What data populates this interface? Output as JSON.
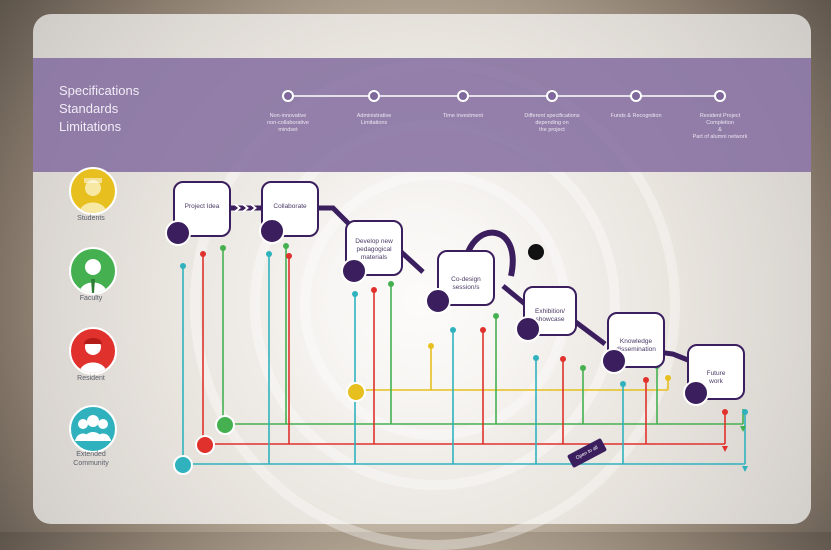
{
  "banner": {
    "lines": [
      "Specifications",
      "Standards",
      "Limitations"
    ]
  },
  "timeline": [
    {
      "label": "Non-innovative\nnon-collaborative\nmindset"
    },
    {
      "label": "Administrative\nLimitations"
    },
    {
      "label": "Time investment"
    },
    {
      "label": "Different specifications\ndepending on\nthe project"
    },
    {
      "label": "Funds & Recognition"
    },
    {
      "label": "Resident Project\nCompletion\n&\nPart of alumni network"
    }
  ],
  "actors": [
    {
      "label": "Students",
      "color": "#e7bf1f"
    },
    {
      "label": "Faculty",
      "color": "#45b050"
    },
    {
      "label": "Resident",
      "color": "#e0312c"
    },
    {
      "label": "Extended\nCommunity",
      "color": "#2fb2bd"
    }
  ],
  "steps": [
    {
      "label": "Project Idea",
      "icon": "lightbulb-icon"
    },
    {
      "label": "Collaborate",
      "icon": "meeting-table-icon"
    },
    {
      "label": "Develop new\npedagogical\nmaterials",
      "icon": "drawing-board-icon"
    },
    {
      "label": "Co-design\nsession/s",
      "icon": "presentation-icon"
    },
    {
      "label": "Exhibition/\nshowcase",
      "icon": "gallery-icon"
    },
    {
      "label": "Knowledge\ndissemination",
      "icon": "brain-icon"
    },
    {
      "label": "Future\nwork",
      "icon": "telescope-icon"
    }
  ],
  "sign": {
    "label": "Open to all"
  },
  "colors": {
    "banner": "#7f689c",
    "path": "#3b1e5e",
    "students": "#e7bf1f",
    "faculty": "#45b050",
    "resident": "#e0312c",
    "community": "#2fb2bd"
  }
}
